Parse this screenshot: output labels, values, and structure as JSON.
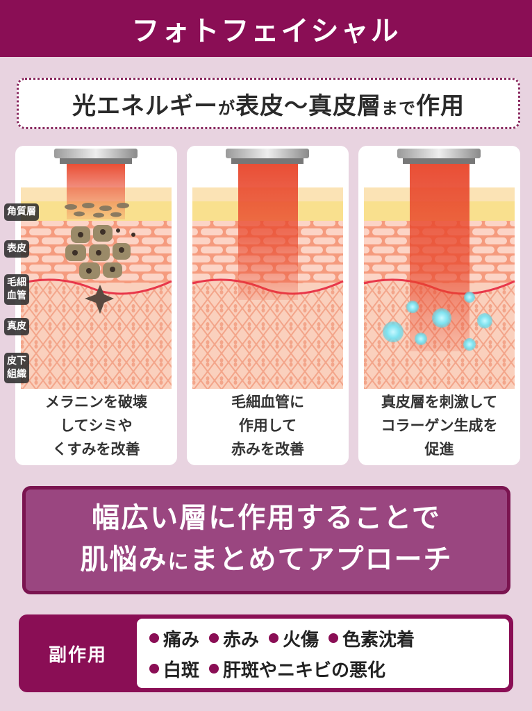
{
  "header": {
    "title": "フォトフェイシャル"
  },
  "subtitle": {
    "part1": "光エネルギー",
    "part2": "が",
    "part3": "表皮〜真皮層",
    "part4": "まで",
    "part5": "作用"
  },
  "layer_labels": [
    {
      "lines": [
        "角質層"
      ]
    },
    {
      "lines": [
        "表皮"
      ]
    },
    {
      "lines": [
        "毛細",
        "血管"
      ]
    },
    {
      "lines": [
        "真皮"
      ]
    },
    {
      "lines": [
        "皮下",
        "組織"
      ]
    }
  ],
  "panels": [
    {
      "caption": [
        "メラニンを破壊",
        "してシミや",
        "くすみを改善"
      ]
    },
    {
      "caption": [
        "毛細血管に",
        "作用して",
        "赤みを改善"
      ]
    },
    {
      "caption": [
        "真皮層を刺激して",
        "コラーゲン生成を",
        "促進"
      ]
    }
  ],
  "banner": {
    "line1": "幅広い層に作用することで",
    "line2a": "肌悩み",
    "line2b": "に",
    "line2c": "まとめてアプローチ"
  },
  "side_effects": {
    "label": "副作用",
    "row1": [
      "痛み",
      "赤み",
      "火傷",
      "色素沈着"
    ],
    "row2": [
      "白斑",
      "肝斑やニキビの悪化"
    ]
  },
  "colors": {
    "brand": "#8a0e55",
    "background": "#e8d3e0",
    "banner": "#9a4680"
  }
}
